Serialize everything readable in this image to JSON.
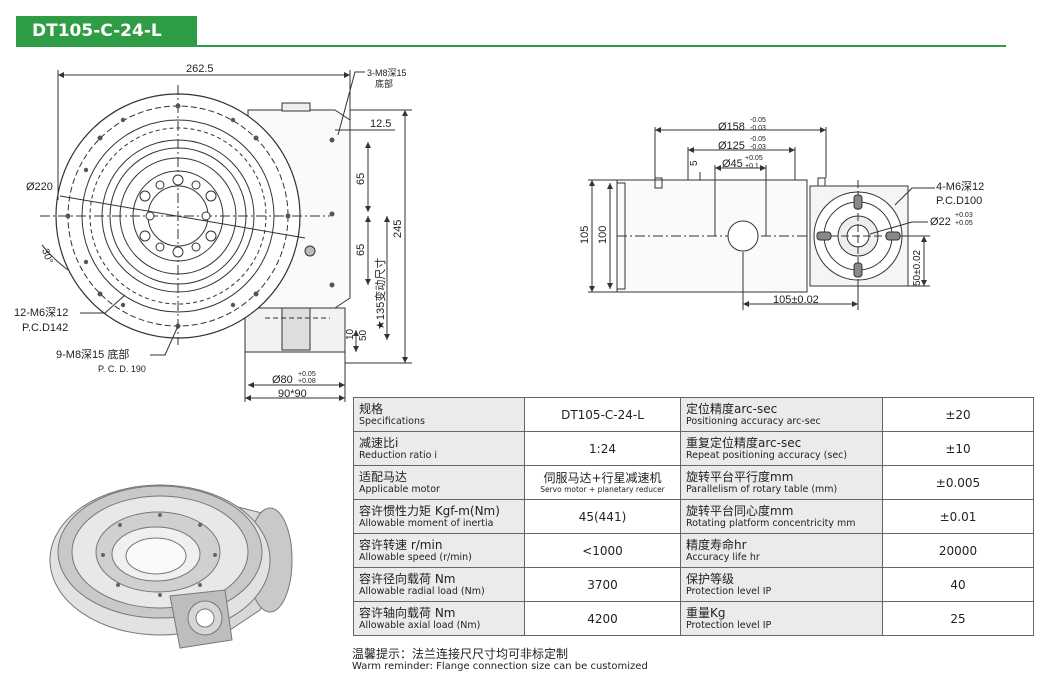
{
  "header": {
    "title": "DT105-C-24-L"
  },
  "front_view": {
    "dims": {
      "width": "262.5",
      "dia_outer": "Ø220",
      "angle": "30°",
      "hole_12": "12-M6深12",
      "pcd_142": "P.C.D142",
      "hole_9": "9-M8深15  底部",
      "pcd_190": "P. C. D. 190",
      "hole_3": "3-M8深15",
      "hole_3_sub": "底部",
      "d_12_5": "12.5",
      "d_65a": "65",
      "d_65b": "65",
      "d_245": "245",
      "d_135": "★135变动尺寸",
      "d_10": "10",
      "d_50": "50",
      "d_80": "Ø80",
      "d_80_tol_up": "+0.05",
      "d_80_tol_low": "+0.08",
      "d_90": "90*90"
    }
  },
  "side_view": {
    "dims": {
      "d_158": "Ø158",
      "d_158_up": "-0.05",
      "d_158_low": "-0.03",
      "d_125": "Ø125",
      "d_125_up": "-0.05",
      "d_125_low": "-0.03",
      "d_45": "Ø45",
      "d_45_up": "+0.05",
      "d_45_low": "+0.1",
      "d_5": "5",
      "d_105v": "105",
      "d_100v": "100",
      "d_105h": "105±0.02",
      "hole_4": "4-M6深12",
      "pcd_100": "P.C.D100",
      "d_22": "Ø22",
      "d_22_up": "+0.03",
      "d_22_low": "+0.05",
      "d_50v": "50±0.02"
    }
  },
  "specs": {
    "rows": [
      {
        "l1cn": "规格",
        "l1en": "Specifications",
        "v1": "DT105-C-24-L",
        "v1en": "",
        "l2cn": "定位精度arc-sec",
        "l2en": "Positioning accuracy arc-sec",
        "v2": "±20"
      },
      {
        "l1cn": "减速比i",
        "l1en": "Reduction ratio i",
        "v1": "1:24",
        "v1en": "",
        "l2cn": "重复定位精度arc-sec",
        "l2en": "Repeat positioning accuracy (sec)",
        "v2": "±10"
      },
      {
        "l1cn": "适配马达",
        "l1en": "Applicable motor",
        "v1": "伺服马达+行星减速机",
        "v1en": "Servo motor + planetary reducer",
        "l2cn": "旋转平台平行度mm",
        "l2en": "Parallelism of rotary table (mm)",
        "v2": "±0.005"
      },
      {
        "l1cn": "容许惯性力矩 Kgf-m(Nm)",
        "l1en": "Allowable moment of inertia",
        "v1": "45(441)",
        "v1en": "",
        "l2cn": "旋转平台同心度mm",
        "l2en": "Rotating platform concentricity mm",
        "v2": "±0.01"
      },
      {
        "l1cn": "容许转速 r/min",
        "l1en": "Allowable speed (r/min)",
        "v1": "<1000",
        "v1en": "",
        "l2cn": "精度寿命hr",
        "l2en": "Accuracy life hr",
        "v2": "20000"
      },
      {
        "l1cn": "容许径向载荷 Nm",
        "l1en": "Allowable radial load (Nm)",
        "v1": "3700",
        "v1en": "",
        "l2cn": "保护等级",
        "l2en": "Protection level IP",
        "v2": "40"
      },
      {
        "l1cn": "容许轴向载荷 Nm",
        "l1en": "Allowable axial load (Nm)",
        "v1": "4200",
        "v1en": "",
        "l2cn": "重量Kg",
        "l2en": "Protection level IP",
        "v2": "25"
      }
    ]
  },
  "reminder": {
    "cn": "温馨提示：法兰连接尺尺寸均可非标定制",
    "en": "Warm reminder: Flange connection size can be customized"
  }
}
